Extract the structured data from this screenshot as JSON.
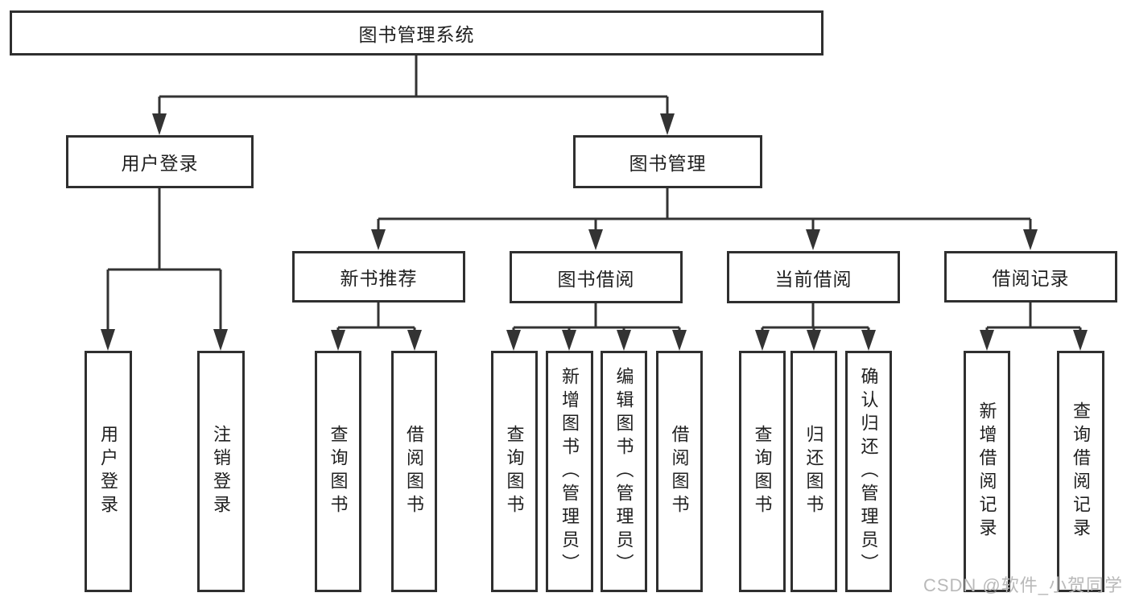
{
  "diagram": {
    "root": {
      "label": "图书管理系统"
    },
    "branches": [
      {
        "label": "用户登录",
        "children": [
          {
            "label": "用户登录"
          },
          {
            "label": "注销登录"
          }
        ]
      },
      {
        "label": "图书管理",
        "children": [
          {
            "label": "新书推荐",
            "children": [
              {
                "label": "查询图书"
              },
              {
                "label": "借阅图书"
              }
            ]
          },
          {
            "label": "图书借阅",
            "children": [
              {
                "label": "查询图书"
              },
              {
                "label": "新增图书（管理员）"
              },
              {
                "label": "编辑图书（管理员）"
              },
              {
                "label": "借阅图书"
              }
            ]
          },
          {
            "label": "当前借阅",
            "children": [
              {
                "label": "查询图书"
              },
              {
                "label": "归还图书"
              },
              {
                "label": "确认归还（管理员）"
              }
            ]
          },
          {
            "label": "借阅记录",
            "children": [
              {
                "label": "新增借阅记录"
              },
              {
                "label": "查询借阅记录"
              }
            ]
          }
        ]
      }
    ],
    "watermark": {
      "text": "CSDN @软件_小贺同学"
    },
    "colors": {
      "line": "#333333",
      "box_border": "#2f2f2f",
      "text": "#1f1f1f",
      "background": "#ffffff",
      "watermark": "#b9b9b9"
    }
  }
}
